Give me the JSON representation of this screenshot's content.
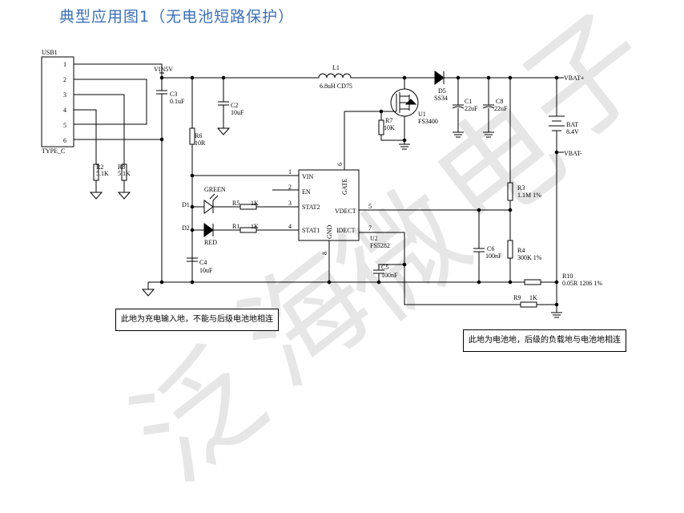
{
  "title": "典型应用图1（无电池短路保护）",
  "watermark": [
    "泛",
    "海",
    "微",
    "电",
    "子"
  ],
  "usb": {
    "name": "USB1",
    "type": "TYPE_C",
    "pins": [
      "1",
      "2",
      "3",
      "4",
      "5",
      "6"
    ]
  },
  "labels": {
    "vin5v": "VIN5V",
    "vbat_plus": "VBAT+",
    "vbat_minus": "VBAT-",
    "bat": "BAT",
    "bat_v": "8.4V",
    "l1": "L1",
    "l1_val": "6.8uH CD75",
    "d5": "D5",
    "d5_val": "SS34",
    "u1": "U1",
    "u1_val": "FS3400",
    "c1": "C1",
    "c1_val": "22uF",
    "c8": "C8",
    "c8_val": "22uF",
    "c3": "C3",
    "c3_val": "0.1uF",
    "c2": "C2",
    "c2_val": "10uF",
    "r6": "R6",
    "r6_val": "10R",
    "r7": "R7",
    "r7_val": "10K",
    "r2": "R2",
    "r2_val": "5.1K",
    "r8": "R8",
    "r8_val": "5.1K",
    "r3": "R3",
    "r3_val": "1.1M  1%",
    "r4": "R4",
    "r4_val": "300K  1%",
    "c6": "C6",
    "c6_val": "100nF",
    "c5": "C5",
    "c5_val": "100nF",
    "c4": "C4",
    "c4_val": "10uF",
    "r10": "R10",
    "r10_val": "0.05R  1206  1%",
    "r9": "R9",
    "r9_val": "1K",
    "r5": "R5",
    "r5_val": "1K",
    "r1": "R1",
    "r1_val": "1K",
    "d1": "D1",
    "d2": "D2",
    "green": "GREEN",
    "red": "RED",
    "u2": "U2",
    "u2_val": "FS5282"
  },
  "ic_pins": {
    "vin": "VIN",
    "vin_n": "1",
    "en": "EN",
    "en_n": "2",
    "stat2": "STAT2",
    "stat2_n": "3",
    "stat1": "STAT1",
    "stat1_n": "4",
    "vdect": "VDECT",
    "vdect_n": "5",
    "gate": "GATE",
    "gate_n": "6",
    "idect": "IDECT",
    "idect_n": "7",
    "gnd": "GND",
    "gnd_n": "8"
  },
  "notes": {
    "left": "此地为充电输入地，不能与后级电池地相连",
    "right": "此地为电池地，后级的负载地与电池地相连"
  },
  "colors": {
    "title": "#3a6fb8",
    "wire": "#000000",
    "watermark": "#e6e6e6"
  }
}
